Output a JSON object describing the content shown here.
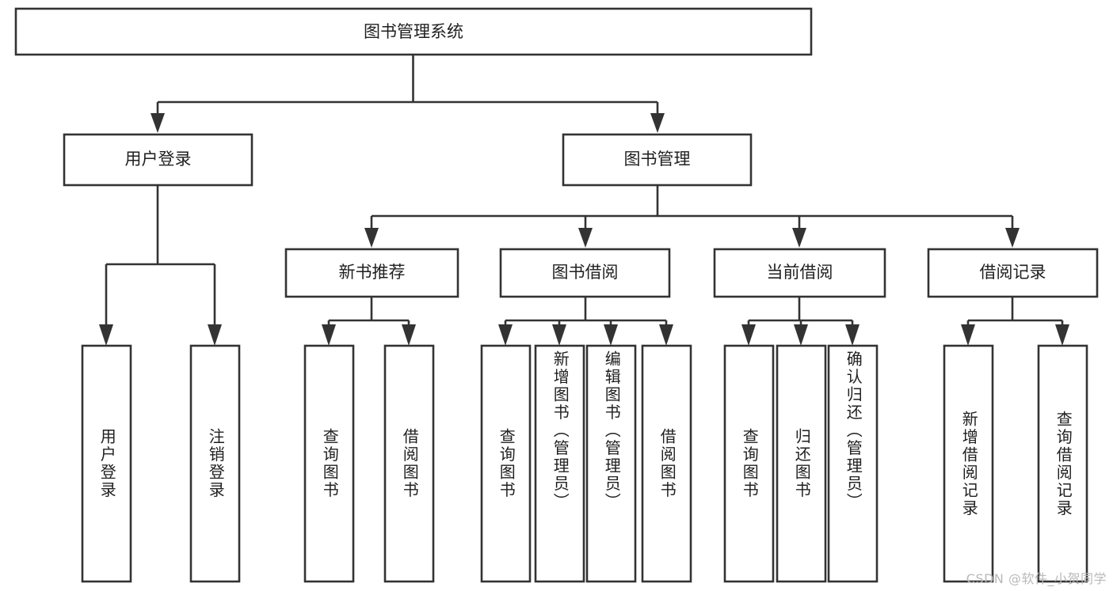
{
  "diagram": {
    "kind": "tree-hierarchy-flowchart",
    "background_color": "#ffffff",
    "line_color": "#333333",
    "box_fill": "#ffffff",
    "text_color": "#1f1f1f",
    "root": {
      "id": "root",
      "label": "图书管理系统"
    },
    "level2": [
      {
        "id": "user-login",
        "label": "用户登录"
      },
      {
        "id": "book-manage",
        "label": "图书管理"
      }
    ],
    "level3": [
      {
        "id": "new-book-rec",
        "label": "新书推荐",
        "parent": "book-manage"
      },
      {
        "id": "book-borrow",
        "label": "图书借阅",
        "parent": "book-manage"
      },
      {
        "id": "current-borrow",
        "label": "当前借阅",
        "parent": "book-manage"
      },
      {
        "id": "borrow-record",
        "label": "借阅记录",
        "parent": "book-manage"
      }
    ],
    "leaves": {
      "user-login": [
        {
          "id": "leaf-user-login",
          "label": "用户登录"
        },
        {
          "id": "leaf-user-logout",
          "label": "注销登录"
        }
      ],
      "new-book-rec": [
        {
          "id": "leaf-query-book-1",
          "label": "查询图书"
        },
        {
          "id": "leaf-borrow-book-1",
          "label": "借阅图书"
        }
      ],
      "book-borrow": [
        {
          "id": "leaf-query-book-2",
          "label": "查询图书"
        },
        {
          "id": "leaf-add-book",
          "label": "新增图书（管理员）"
        },
        {
          "id": "leaf-edit-book",
          "label": "编辑图书（管理员）"
        },
        {
          "id": "leaf-borrow-book-2",
          "label": "借阅图书"
        }
      ],
      "current-borrow": [
        {
          "id": "leaf-query-book-3",
          "label": "查询图书"
        },
        {
          "id": "leaf-return-book",
          "label": "归还图书"
        },
        {
          "id": "leaf-confirm-return",
          "label": "确认归还（管理员）"
        }
      ],
      "borrow-record": [
        {
          "id": "leaf-add-record",
          "label": "新增借阅记录"
        },
        {
          "id": "leaf-query-record",
          "label": "查询借阅记录"
        }
      ]
    }
  },
  "watermark": {
    "text": "CSDN @软件_小贺同学",
    "color": "#b9b9b9"
  }
}
